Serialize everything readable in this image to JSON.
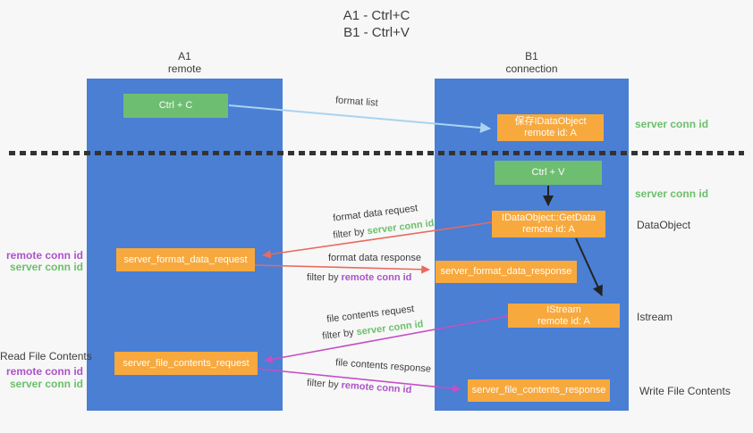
{
  "title": {
    "line1": "A1 - Ctrl+C",
    "line2": "B1 - Ctrl+V"
  },
  "lifelines": {
    "a1": {
      "name": "A1",
      "role": "remote"
    },
    "b1": {
      "name": "B1",
      "role": "connection"
    }
  },
  "nodes": {
    "ctrl_c": "Ctrl + C",
    "ctrl_v": "Ctrl + V",
    "save_dataobject_line1": "保存IDataObject",
    "save_dataobject_line2": "remote id: A",
    "getdata_line1": "IDataObject::GetData",
    "getdata_line2": "remote id: A",
    "istream_line1": "IStream",
    "istream_line2": "remote id: A",
    "format_request": "server_format_data_request",
    "format_response": "server_format_data_response",
    "file_request": "server_file_contents_request",
    "file_response": "server_file_contents_response"
  },
  "arrow_labels": {
    "format_list": "format list",
    "format_data_request": "format data request",
    "format_data_response": "format data response",
    "file_contents_request": "file contents request",
    "file_contents_response": "file contents response",
    "filter_by": "filter by",
    "server_conn_id": "server conn id",
    "remote_conn_id": "remote conn id"
  },
  "side_labels": {
    "server_conn_id": "server conn id",
    "remote_conn_id": "remote conn id",
    "dataobject": "DataObject",
    "istream": "Istream",
    "read_file_contents": "Read File Contents",
    "write_file_contents": "Write File Contents"
  },
  "colors": {
    "lifeline_blue": "#4a7fd3",
    "action_green": "#6ebe71",
    "message_orange": "#f7a93e",
    "arrow_light_blue": "#a9d3f0",
    "arrow_red": "#e96a5e",
    "arrow_magenta": "#c44fc4",
    "conn_id_green": "#6cbf6c",
    "conn_id_purple": "#ac53c9",
    "background": "#f7f7f7"
  }
}
